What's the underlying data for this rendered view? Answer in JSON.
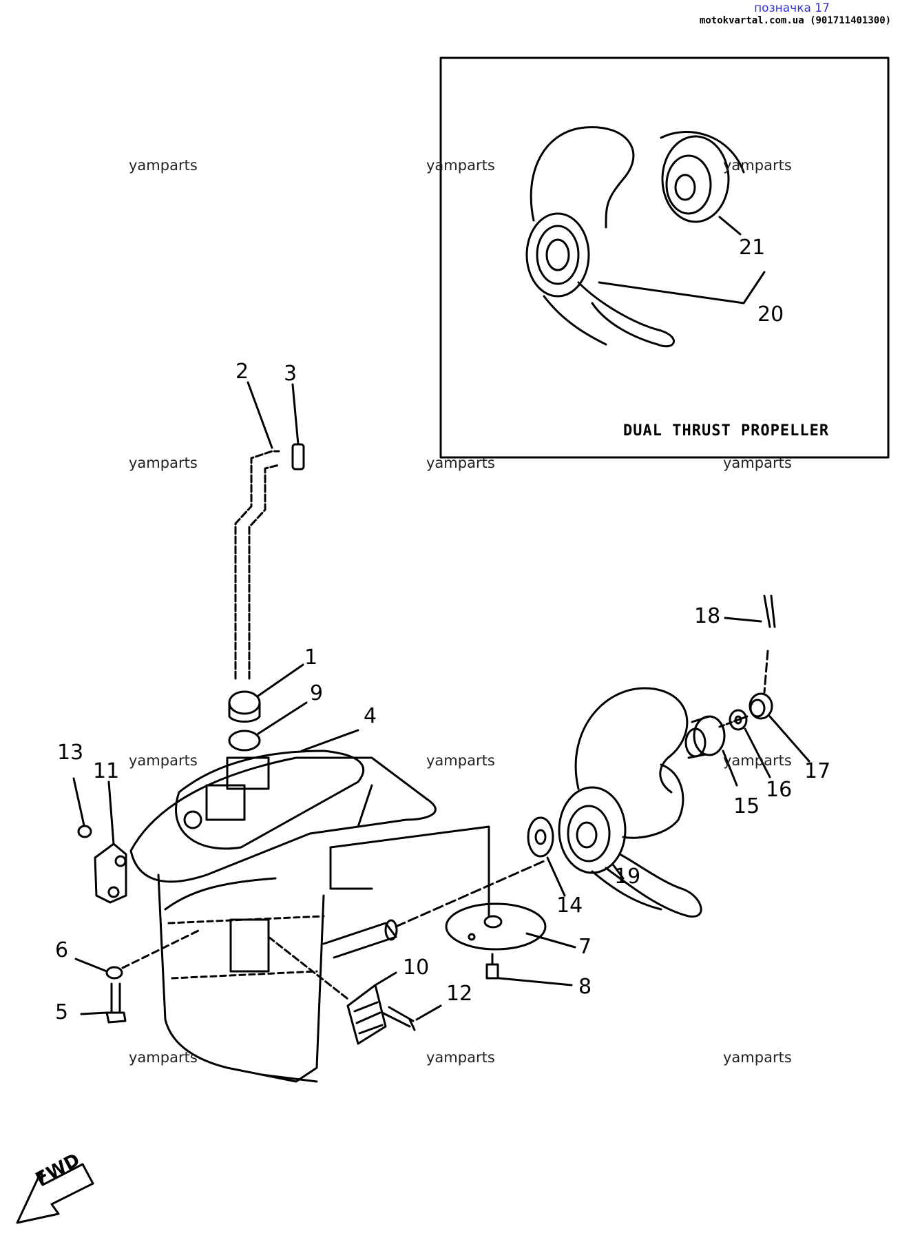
{
  "header": {
    "title": "позначка 17",
    "site": "motokvartal.com.ua (901711401300)"
  },
  "watermark": "yamparts",
  "inset": {
    "caption": "DUAL THRUST PROPELLER"
  },
  "direction_label": "FWD",
  "callouts": {
    "c1": "1",
    "c2": "2",
    "c3": "3",
    "c4": "4",
    "c5": "5",
    "c6": "6",
    "c7": "7",
    "c8": "8",
    "c9": "9",
    "c10": "10",
    "c11": "11",
    "c12": "12",
    "c13": "13",
    "c14": "14",
    "c15": "15",
    "c16": "16",
    "c17": "17",
    "c18": "18",
    "c19": "19",
    "c20": "20",
    "c21": "21"
  }
}
